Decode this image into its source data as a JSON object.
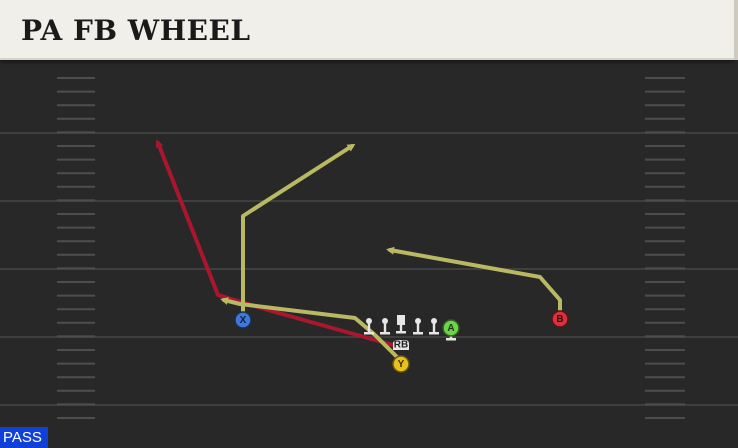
{
  "play": {
    "title": "PA FB WHEEL",
    "type_badge": "PASS"
  },
  "players": {
    "x": {
      "label": "X",
      "color": "#3f78d8"
    },
    "y": {
      "label": "Y",
      "color": "#e8c21a"
    },
    "a": {
      "label": "A",
      "color": "#6ed24a"
    },
    "b": {
      "label": "B",
      "color": "#d8323c"
    },
    "rb": {
      "label": "RB"
    }
  },
  "colors": {
    "route_primary": "#b9b863",
    "route_secondary": "#a8172e",
    "field": "#282828",
    "yard_line": "#3f3f3f",
    "hash": "#5a5a5a",
    "lineman": "#e6e6e6"
  },
  "icons": [
    "arrow-head-icon",
    "lineman-icon",
    "center-icon",
    "rb-icon"
  ]
}
